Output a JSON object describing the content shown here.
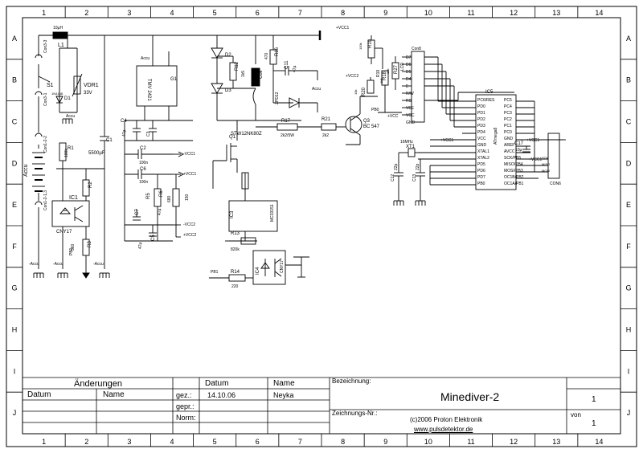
{
  "frame": {
    "columns": [
      "1",
      "2",
      "3",
      "4",
      "5",
      "6",
      "7",
      "8",
      "9",
      "10",
      "11",
      "12",
      "13",
      "14"
    ],
    "rows": [
      "A",
      "B",
      "C",
      "D",
      "E",
      "F",
      "G",
      "H",
      "I",
      "J"
    ]
  },
  "title_block": {
    "changes_header": "Änderungen",
    "date_header": "Datum",
    "name_header": "Name",
    "col_datum": "Datum",
    "col_name": "Name",
    "drawn_label": "gez.:",
    "checked_label": "gepr.:",
    "norm_label": "Norm:",
    "drawn_date": "14.10.06",
    "drawn_name": "Neyka",
    "designation_label": "Bezeichnung:",
    "designation": "Minediver-2",
    "drawing_no_label": "Zeichnungs-Nr.:",
    "copyright": "(c)2006 Proton Elektronik",
    "url": "www.pulsdetektor.de",
    "sheet": "1",
    "of_label": "von",
    "sheets_total": "1"
  },
  "schematic": {
    "labels": {
      "l1": "L1",
      "l1_val": "10µH",
      "s1": "S1",
      "con3": "Con3-3",
      "con3b": "Con3-1",
      "con3c": "Con1-2-2",
      "con3d": "Con1-2-1,3",
      "d1": "D1",
      "d1_val": "1N4148",
      "vdr1": "VDR1",
      "vdr1_val": "33V",
      "c1": "C1",
      "c1_val": "5500µF",
      "accu": "Accu",
      "r1": "R1",
      "r1_val": "100k",
      "r2": "R2",
      "r3": "R3",
      "r3_val": "560",
      "ic1": "IC1",
      "ic1_part": "CNY17",
      "pb1": "PB1",
      "g1": "G1",
      "g1_part": "TMV 2421",
      "c4": "C4",
      "c4_val": "47µ",
      "c3": "C3",
      "c2": "C2",
      "c2_val": "100n",
      "c6": "C6",
      "c6_val": "100n",
      "c7": "C7",
      "c7_val": "47µ",
      "c5": "C5",
      "c5_val": "47µ",
      "r6": "R6",
      "r5": "R5",
      "r6_val": "150",
      "r5_val": "680",
      "d2": "D2",
      "d3": "D3",
      "r12": "R12",
      "r12_val": "1k5",
      "coil": "Coil",
      "r16": "R16",
      "r16_val": "470",
      "c11": "C11",
      "c11_val": "47µ",
      "zpd": "ZPD12",
      "q1": "Q1",
      "q1_part": "STW12NK80Z",
      "r17": "R17",
      "r17_val": "2k2/5W",
      "r21": "R21",
      "r21_val": "2k2",
      "q3": "Q3",
      "q3_part": "BC 547",
      "r13": "R13",
      "r13_val": "820k",
      "ic3": "IC3",
      "ic3_part": "MC33151",
      "r14": "R14",
      "r14_val": "220",
      "ic4": "IC4",
      "ic4_part": "CNY17",
      "r10": "R10",
      "r10_val": "100k",
      "r19": "R19",
      "r19_val": "10k",
      "r18": "R18",
      "r18_val": "1k5",
      "r20": "R20",
      "r20_val": "10k",
      "r27": "R27",
      "r27_val": "10k",
      "pb0": "PB0",
      "con8": "Con8",
      "lcd_pins": [
        "D7",
        "D6",
        "D5",
        "D4",
        "E",
        "R/W",
        "RS",
        "VEE",
        "VCC",
        "GND"
      ],
      "lcd": "LCD",
      "ic5": "IC5",
      "ic5_part": "ATmega8",
      "mcu_left": [
        "PC6/RES",
        "PD0",
        "PD1",
        "PD2",
        "PD3",
        "PD4",
        "VCC",
        "GND",
        "XTAL1",
        "XTAL2",
        "PD5",
        "PD6",
        "PD7",
        "PB0"
      ],
      "mcu_right": [
        "PC5",
        "PC4",
        "PC3",
        "PC2",
        "PC1",
        "PC0",
        "GND",
        "AREF",
        "AVCC",
        "SCK/PB5",
        "MISO/PB4",
        "MOSI/PB3",
        "OC1B/PB2",
        "OC1A/PB1"
      ],
      "xt1": "XT1",
      "xt1_val": "16MHz",
      "c12": "C12",
      "c12_val": "22p",
      "c13": "C13",
      "c13_val": "22p",
      "c17": "C17",
      "c17_val": "10µ",
      "con6": "CON6",
      "isp": [
        "SCK",
        "MISO",
        "MOSI"
      ],
      "vcc": "+VCC",
      "vcc1": "+VCC1",
      "vcc2": "+VCC2",
      "gnd_accu": "Accu",
      "mvcc1": "-VCC1",
      "mvcc2": "-VCC2",
      "minus_accu": "-Accu",
      "vcc_bottom": "+VCC"
    }
  }
}
